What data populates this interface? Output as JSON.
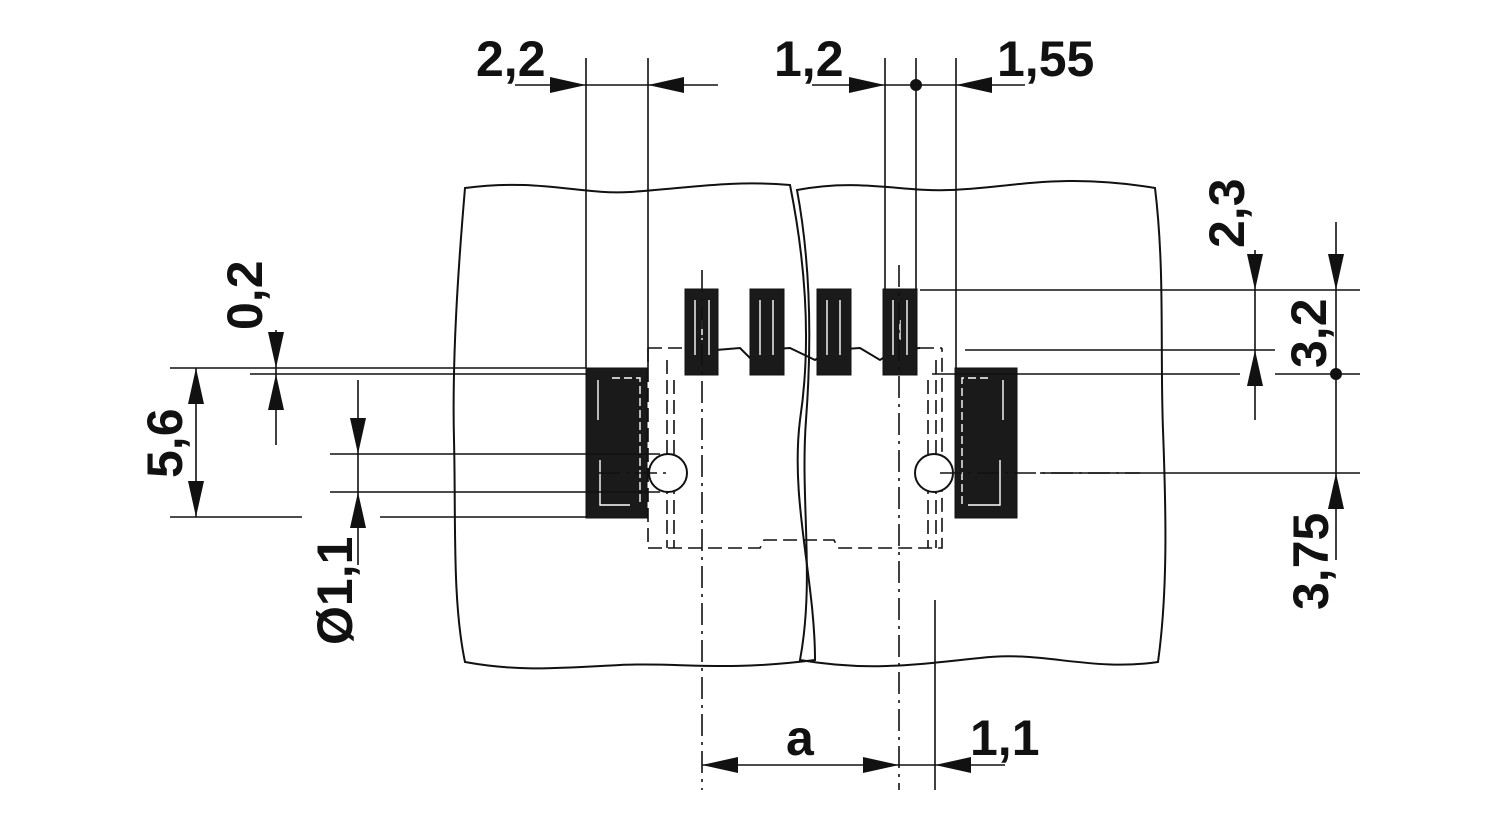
{
  "labels": {
    "dim_2_2": "2,2",
    "dim_1_2": "1,2",
    "dim_1_55": "1,55",
    "dim_0_2": "0,2",
    "dim_5_6": "5,6",
    "dim_hole_dia": "Ø1,1",
    "dim_2_3": "2,3",
    "dim_3_2": "3,2",
    "dim_3_75": "3,75",
    "dim_a": "a",
    "dim_1_1": "1,1"
  }
}
